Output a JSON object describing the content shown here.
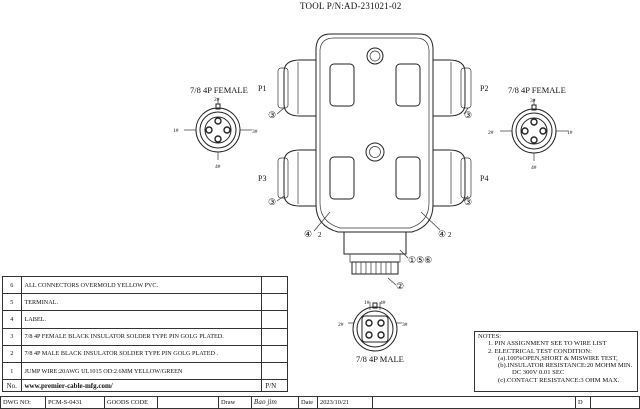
{
  "tool_pn": "TOOL P/N:AD-231021-02",
  "connectors": {
    "left_female": {
      "title": "7/8 4P FEMALE",
      "pin1": "1#",
      "pin2": "2#",
      "pin3": "3#",
      "pin4": "4#"
    },
    "right_female": {
      "title": "7/8 4P FEMALE",
      "pin1": "1#",
      "pin2": "2#",
      "pin3": "3#",
      "pin4": "4#"
    },
    "male": {
      "title": "7/8 4P MALE",
      "pin1": "1#",
      "pin2": "2#",
      "pin3": "3#",
      "pin4": "4#"
    }
  },
  "ports": {
    "p1": "P1",
    "p2": "P2",
    "p3": "P3",
    "p4": "P4"
  },
  "callouts": {
    "c3_left_top": "③",
    "c3_right_top": "③",
    "c3_left_bot": "③",
    "c3_right_bot": "③",
    "c4_left": "④",
    "c2_left": "2",
    "c4_right": "④",
    "c2_right": "2",
    "c_group": "①⑤⑥",
    "c_cable": "②"
  },
  "bom": {
    "rows": [
      {
        "no": "6",
        "desc": "ALL CONNECTORS OVERMOLD YELLOW PVC.",
        "pn": ""
      },
      {
        "no": "5",
        "desc": "TERMINAL.",
        "pn": ""
      },
      {
        "no": "4",
        "desc": "LABEL.",
        "pn": ""
      },
      {
        "no": "3",
        "desc": "7/8 4P FEMALE BLACK INSULATOR SOLDER TYPE PIN GOLG PLATED.",
        "pn": ""
      },
      {
        "no": "2",
        "desc": "7/8 4P MALE BLACK INSULATOR SOLDER TYPE PIN GOLG PLATED .",
        "pn": ""
      },
      {
        "no": "1",
        "desc": "JUMP WIRE:20AWG UL1015 OD:2.6MM YELLOW/GREEN",
        "pn": ""
      }
    ],
    "header": {
      "no": "No.",
      "url": "www.premier-cable-mfg.com/",
      "pn": "P/N"
    }
  },
  "titlebar": {
    "dwg_label": "DWG NO:",
    "dwg_value": "PCM-S-0431",
    "goods_label": "GOODS CODE",
    "goods_value": "",
    "draw_label": "Draw",
    "draw_value": "Bao jim",
    "date_label": "Date",
    "date_value": "2023/10/21",
    "rev_label": "D"
  },
  "notes": {
    "title": "NOTES:",
    "n1": "1.  PIN ASSIGNMENT SEE TO WIRE LIST",
    "n2": "2.  ELECTRICAL TEST CONDITION:",
    "n2a": "(a).100%OPEN,SHORT & MISWIRE TEST,",
    "n2b": "(b).INSULATOR RESISTANCE:20 MOHM MIN.",
    "n2b2": "DC 300V 0.01 SEC",
    "n2c": "(c).CONTACT RESISTANCE:3 OHM MAX."
  }
}
